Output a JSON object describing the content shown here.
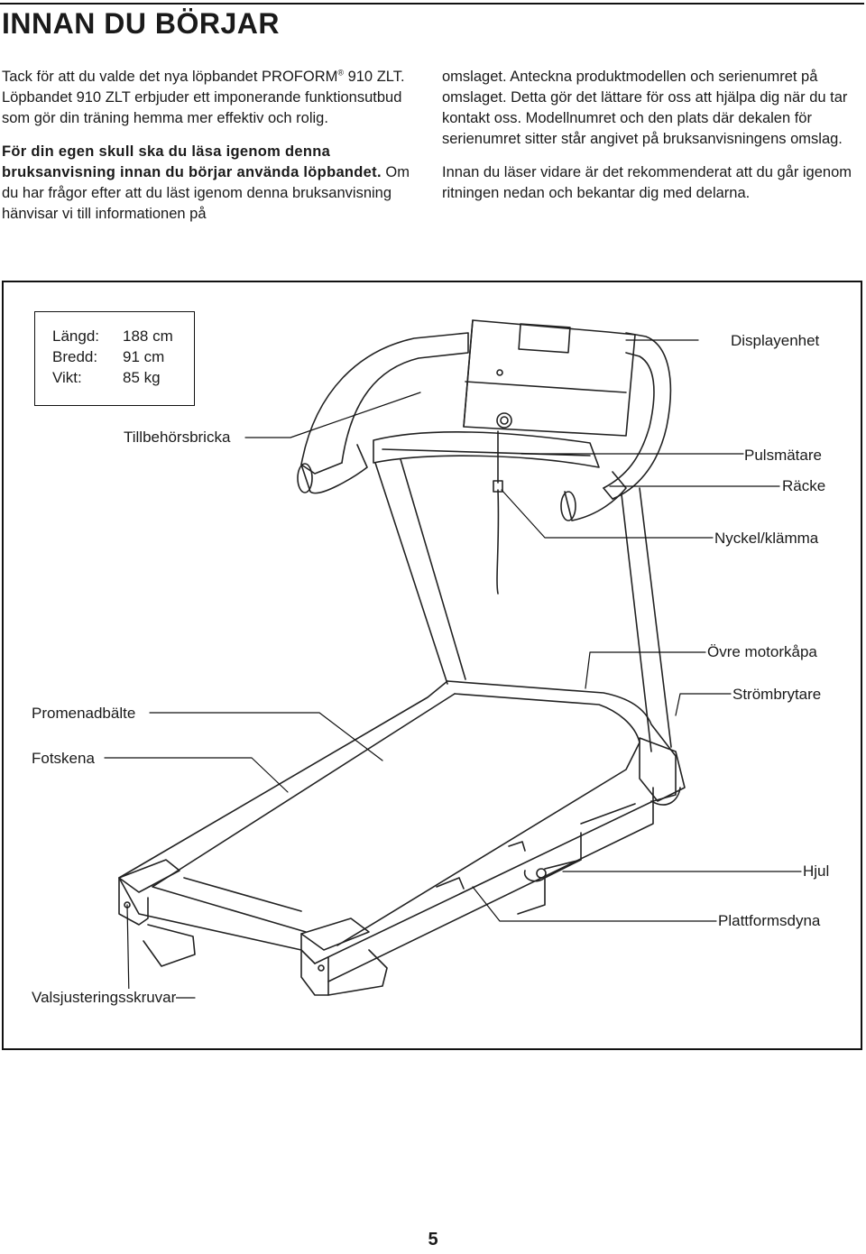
{
  "page": {
    "title": "INNAN DU BÖRJAR",
    "page_number": "5"
  },
  "intro": {
    "p1_a": "Tack för att du valde det nya löpbandet PROFORM",
    "p1_reg": "®",
    "p1_b": " 910 ZLT. Löpbandet 910 ZLT erbjuder ett imponerande funktionsutbud som gör din träning hemma mer effektiv och rolig.",
    "p2_bold": "För din egen skull ska du läsa igenom denna bruksanvisning innan du börjar använda löpbandet.",
    "p2_rest": " Om du har frågor efter att du läst igenom denna bruksanvisning hänvisar vi till informationen på",
    "p3": "omslaget. Anteckna produktmodellen och serienumret på omslaget. Detta gör det lättare för oss att hjälpa dig när du tar kontakt oss. Modellnumret och den plats där dekalen för serienumret sitter står angivet på bruksanvisningens omslag.",
    "p4": "Innan du läser vidare är det rekommenderat att du går igenom ritningen nedan och bekantar dig med delarna."
  },
  "specs": [
    {
      "label": "Längd:",
      "value": "188 cm"
    },
    {
      "label": "Bredd:",
      "value": "91 cm"
    },
    {
      "label": "Vikt:",
      "value": "85 kg"
    }
  ],
  "parts": {
    "displayenhet": "Displayenhet",
    "tillbehorsbricka": "Tillbehörsbricka",
    "pulsmatare": "Pulsmätare",
    "racke": "Räcke",
    "nyckel": "Nyckel/klämma",
    "ovre_motorkapa": "Övre motorkåpa",
    "strombrytare": "Strömbrytare",
    "promenadbalte": "Promenadbälte",
    "fotskena": "Fotskena",
    "hjul": "Hjul",
    "plattformsdyna": "Plattformsdyna",
    "valsjustering": "Valsjusteringsskruvar"
  }
}
